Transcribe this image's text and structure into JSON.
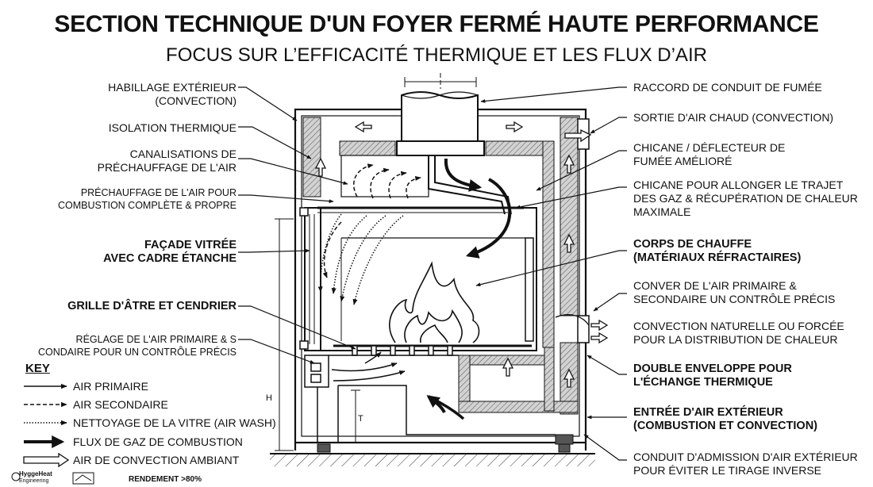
{
  "title": "SECTION TECHNIQUE D'UN FOYER FERMÉ HAUTE PERFORMANCE",
  "subtitle": "FOCUS SUR L’EFFICACITÉ THERMIQUE ET LES FLUX D’AIR",
  "labels_left": [
    {
      "text": "HABILLAGE EXTÉRIEUR\n(CONVECTION)",
      "style": "normal"
    },
    {
      "text": "ISOLATION THERMIQUE",
      "style": "normal"
    },
    {
      "text": "CANALISATIONS DE\nPRÉCHAUFFAGE DE L'AIR",
      "style": "normal"
    },
    {
      "text": "PRÉCHAUFFAGE DE L'AIR POUR\nCOMBUSTION COMPLÈTE & PROPRE",
      "style": "small"
    },
    {
      "text": "FAÇADE VITRÉE\nAVEC CADRE ÉTANCHE",
      "style": "bold"
    },
    {
      "text": "GRILLE D'ÂTRE ET CENDRIER",
      "style": "bold"
    },
    {
      "text": "RÉGLAGE DE L'AIR PRIMAIRE & S\nCONDAIRE POUR UN CONTRÔLE PRÉCIS",
      "style": "small"
    }
  ],
  "labels_right": [
    {
      "text": "RACCORD DE CONDUIT DE FUMÉE",
      "style": "normal"
    },
    {
      "text": "SORTIE D'AIR CHAUD (CONVECTION)",
      "style": "normal"
    },
    {
      "text": "CHICANE / DÉFLECTEUR DE\nFUMÉE AMÉLIORÉ",
      "style": "normal"
    },
    {
      "text": "CHICANE POUR ALLONGER LE TRAJET\nDES GAZ & RÉCUPÉRATION DE CHALEUR\nMAXIMALE",
      "style": "normal"
    },
    {
      "text": "CORPS DE CHAUFFE\n(MATÉRIAUX RÉFRACTAIRES)",
      "style": "bold"
    },
    {
      "text": "CONVER DE L'AIR PRIMAIRE &\nSECONDAIRE UN CONTRÔLE PRÉCIS",
      "style": "normal"
    },
    {
      "text": "CONVECTION NATURELLE OU FORCÉE\nPOUR LA DISTRIBUTION DE CHALEUR",
      "style": "normal"
    },
    {
      "text": "DOUBLE ENVELOPPE POUR\nL'ÉCHANGE THERMIQUE",
      "style": "bold"
    },
    {
      "text": "ENTRÉE D'AIR EXTÉRIEUR\n(COMBUSTION ET CONVECTION)",
      "style": "bold"
    },
    {
      "text": "CONDUIT D'ADMISSION D'AIR EXTÉRIEUR\nPOUR ÉVITER LE TIRAGE INVERSE",
      "style": "normal"
    }
  ],
  "key": {
    "title": "KEY",
    "items": [
      {
        "label": "AIR PRIMAIRE",
        "line": "solid-thin"
      },
      {
        "label": "AIR SECONDAIRE",
        "line": "dashed"
      },
      {
        "label": "NETTOYAGE DE LA VITRE (AIR WASH)",
        "line": "dotted"
      },
      {
        "label": "FLUX DE GAZ DE COMBUSTION",
        "line": "solid-thick"
      },
      {
        "label": "AIR DE CONVECTION AMBIANT",
        "line": "hollow"
      }
    ]
  },
  "dimension_labels": {
    "height": "H",
    "base": "T"
  },
  "brand": {
    "name": "HyggeHeat",
    "sub": "Engineering"
  },
  "rendement": "RENDEMENT >80%",
  "colors": {
    "ink": "#111111",
    "insulation": "#bdbdbd",
    "background": "#ffffff"
  }
}
